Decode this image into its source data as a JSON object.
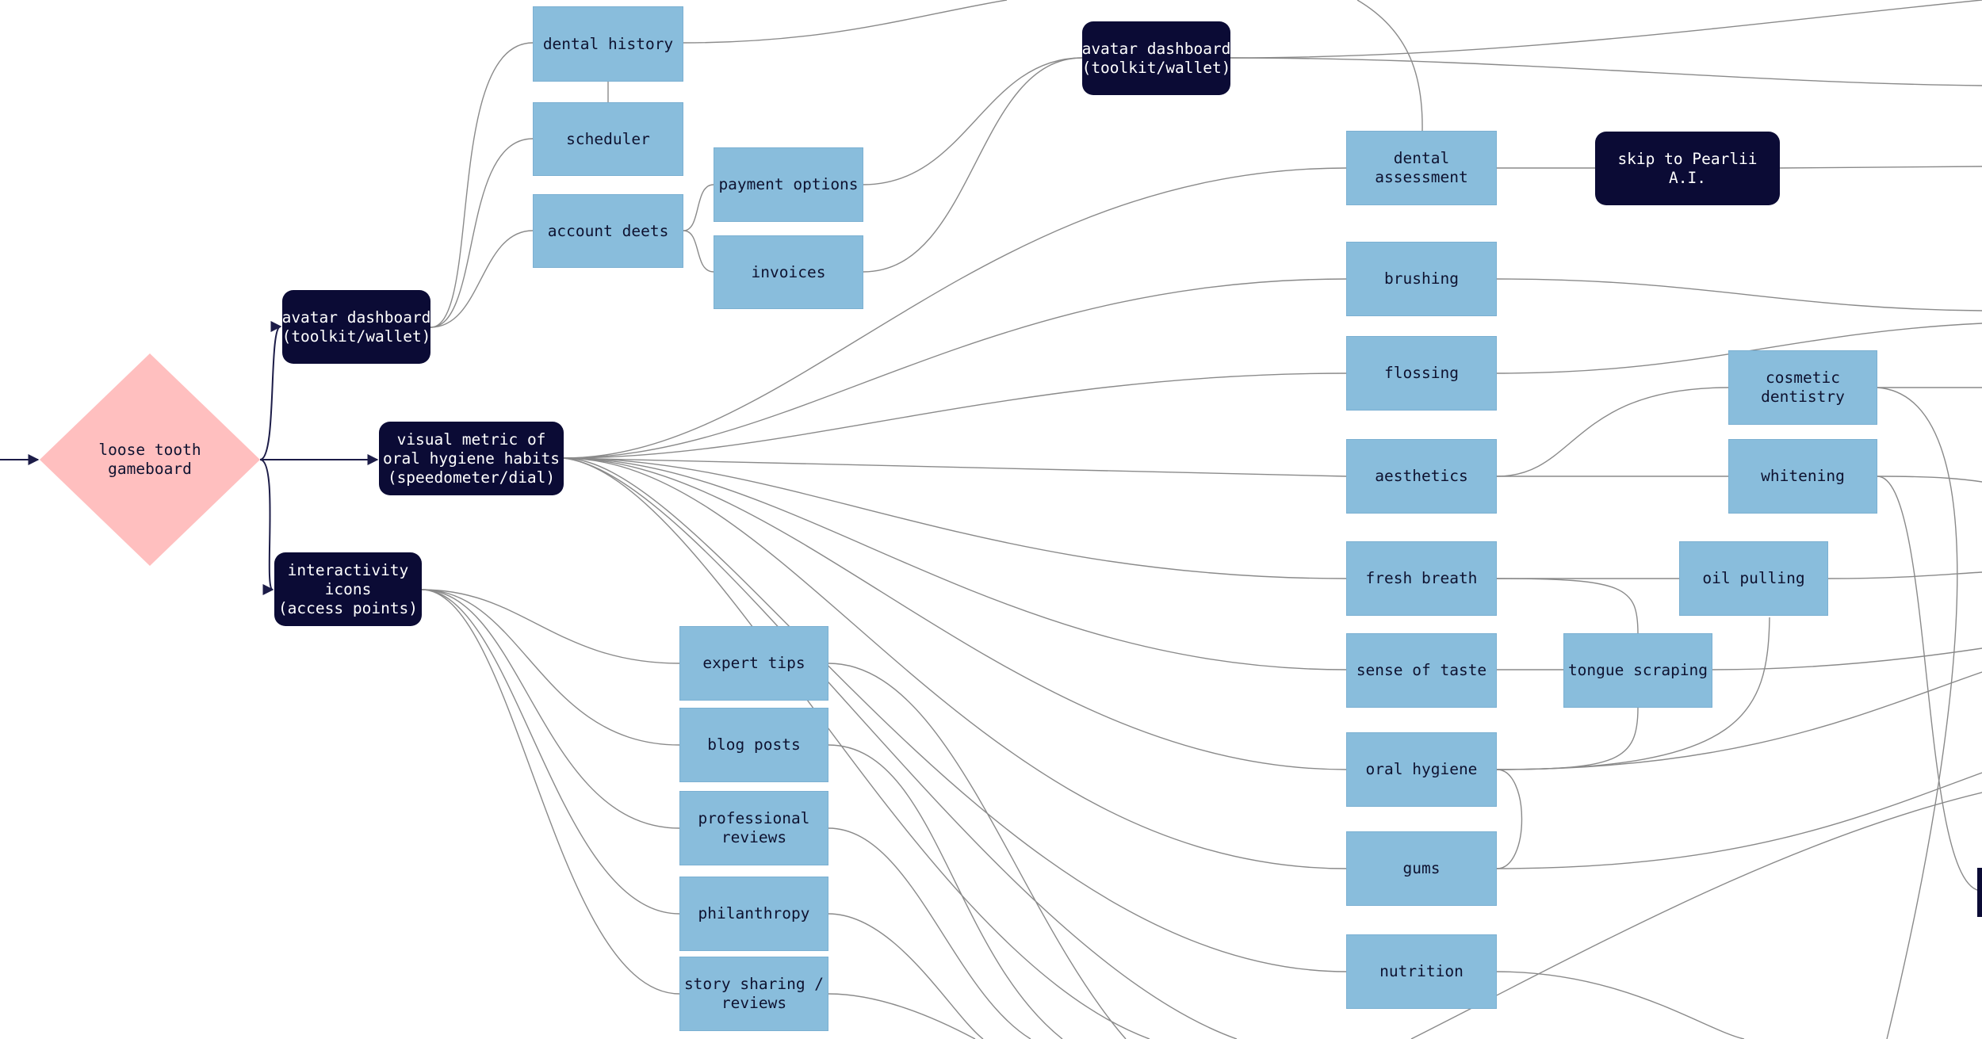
{
  "diagram": {
    "start": {
      "label": "loose tooth\ngameboard"
    },
    "nodes": {
      "avatar_dashboard_left": "avatar dashboard\n(toolkit/wallet)",
      "visual_metric": "visual metric of\noral hygiene habits\n(speedometer/dial)",
      "interactivity_icons": "interactivity\nicons\n(access points)",
      "dental_history": "dental history",
      "scheduler": "scheduler",
      "account_deets": "account deets",
      "payment_options": "payment options",
      "invoices": "invoices",
      "avatar_dashboard_top": "avatar dashboard\n(toolkit/wallet)",
      "dental_assessment": "dental\nassessment",
      "skip_to_pearlii": "skip to Pearlii A.I.",
      "brushing": "brushing",
      "flossing": "flossing",
      "aesthetics": "aesthetics",
      "cosmetic_dentistry": "cosmetic\ndentistry",
      "whitening": "whitening",
      "fresh_breath": "fresh breath",
      "oil_pulling": "oil pulling",
      "sense_of_taste": "sense of taste",
      "tongue_scraping": "tongue scraping",
      "oral_hygiene": "oral hygiene",
      "gums": "gums",
      "nutrition": "nutrition",
      "expert_tips": "expert tips",
      "blog_posts": "blog posts",
      "professional_reviews": "professional\nreviews",
      "philanthropy": "philanthropy",
      "story_sharing": "story sharing /\nreviews"
    },
    "colors": {
      "start_fill": "#ffbfbf",
      "dark_fill": "#0b0b35",
      "light_fill": "#89bddc",
      "edge": "#8a8a8a",
      "primary_edge": "#1c1c48"
    }
  }
}
